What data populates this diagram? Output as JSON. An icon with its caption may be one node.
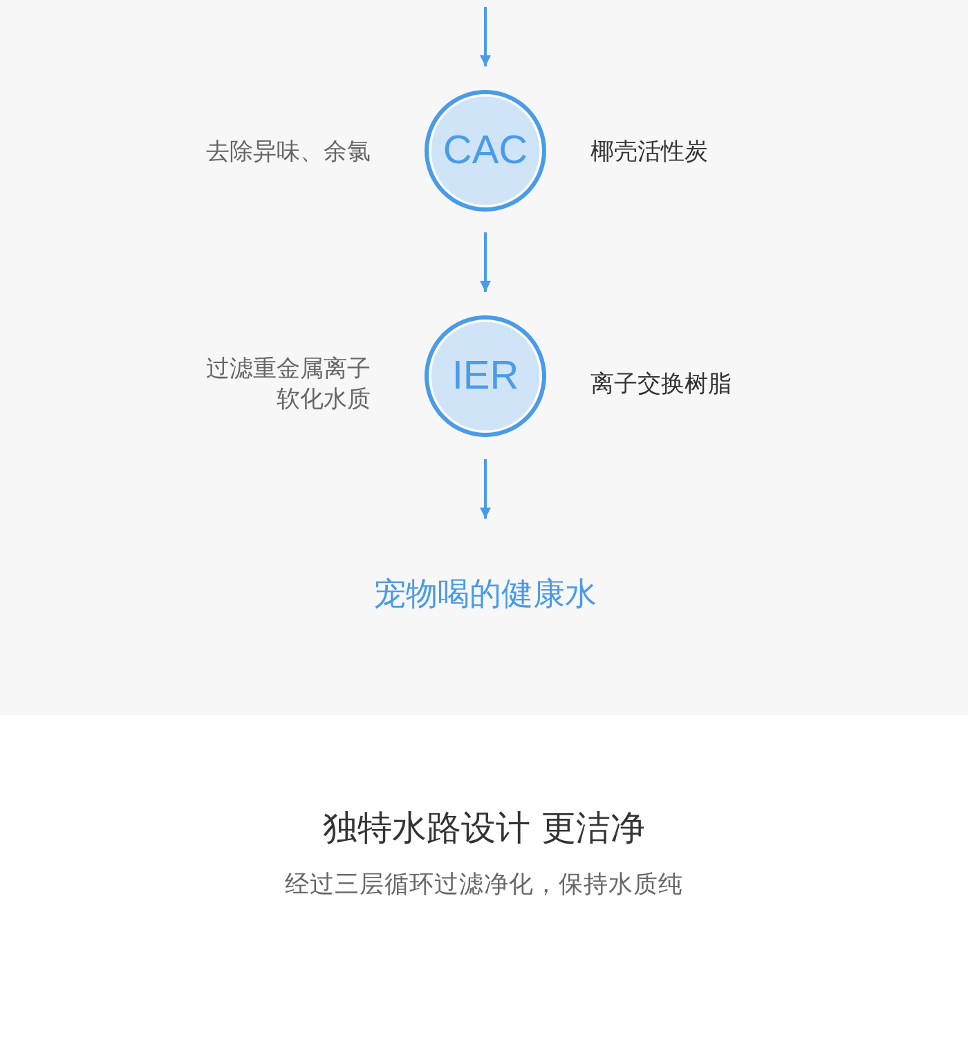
{
  "diagram": {
    "nodes": [
      {
        "text": [
          "CAC"
        ],
        "beside": [
          "去除异味、余氯",
          "椰壳活性炭"
        ]
      },
      {
        "text": [
          "IER"
        ],
        "beside": [
          "过滤重金属离子软化水质",
          "离子交换树脂"
        ]
      },
      {
        "text": [
          "宠物喝的健康水"
        ]
      }
    ],
    "edges": [
      {
        "from": null,
        "to": 0,
        "arrow": "to"
      },
      {
        "from": 0,
        "to": 1,
        "arrow": "to"
      },
      {
        "from": 1,
        "to": 2,
        "arrow": "to"
      }
    ],
    "labels": [
      "独特水路设计 更洁净",
      "经过三层循环过滤净化，保持水质纯"
    ]
  }
}
